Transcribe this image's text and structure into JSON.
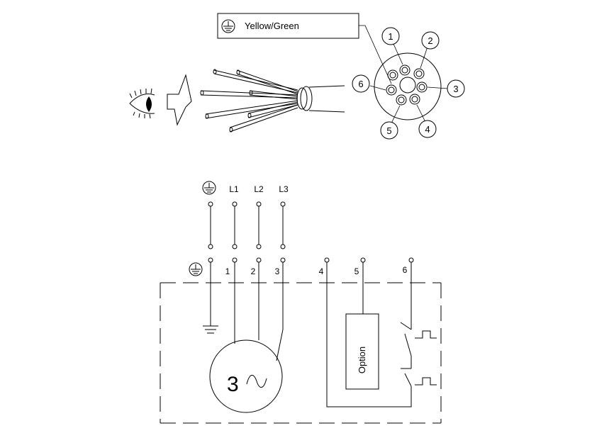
{
  "legend": {
    "text": "Yellow/Green",
    "icon": "ground-icon"
  },
  "cable_section": {
    "callouts": [
      "1",
      "2",
      "3",
      "4",
      "5",
      "6"
    ]
  },
  "supply": {
    "labels": [
      "L1",
      "L2",
      "L3"
    ]
  },
  "terminals": {
    "labels": [
      "1",
      "2",
      "3",
      "4",
      "5",
      "6"
    ]
  },
  "motor": {
    "number": "3",
    "symbol": "~"
  },
  "option": {
    "label": "Option"
  }
}
